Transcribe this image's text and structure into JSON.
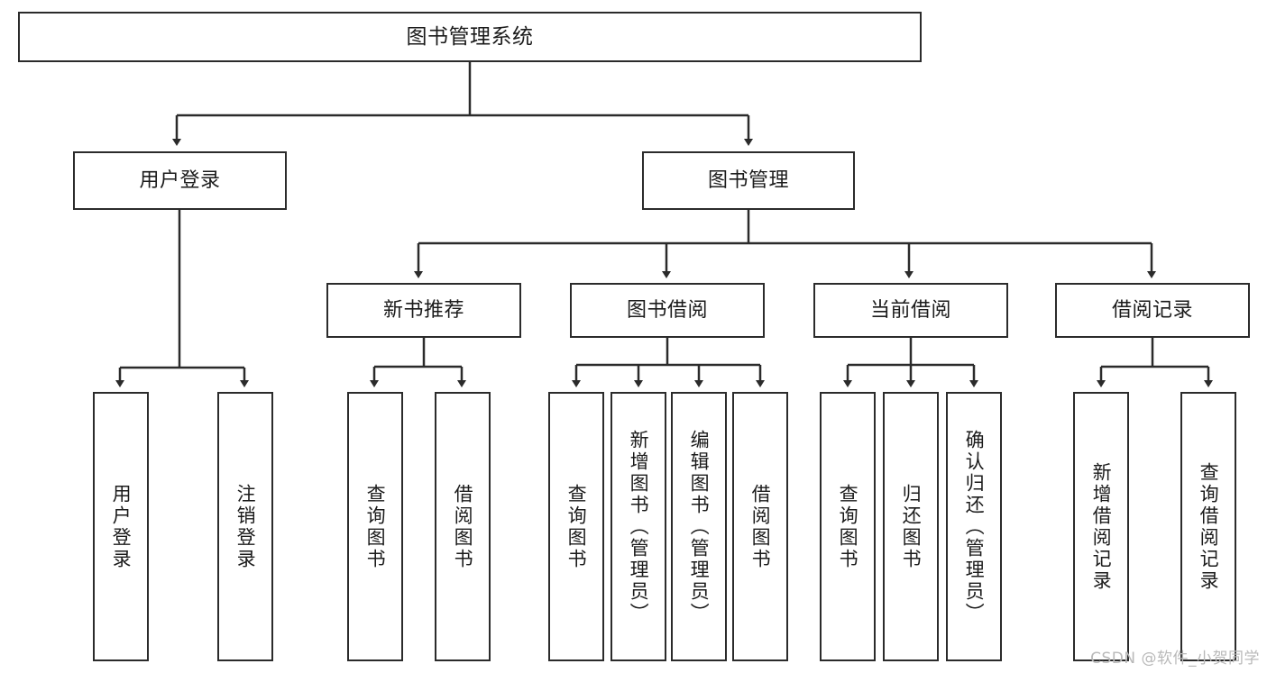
{
  "diagram": {
    "title": "图书管理系统",
    "type": "tree-hierarchy-diagram",
    "colors": {
      "box_border": "#2b2b2b",
      "box_fill": "#ffffff",
      "connector": "#2b2b2b",
      "background": "#ffffff",
      "watermark": "#b9b9b9"
    },
    "watermark": "CSDN @软件_小贺同学",
    "levels": {
      "root": {
        "label": "图书管理系统"
      },
      "level2": [
        {
          "label": "用户登录"
        },
        {
          "label": "图书管理"
        }
      ],
      "level3": [
        {
          "label": "新书推荐"
        },
        {
          "label": "图书借阅"
        },
        {
          "label": "当前借阅"
        },
        {
          "label": "借阅记录"
        }
      ],
      "leaves": [
        {
          "label": "用户登录",
          "parent": "用户登录"
        },
        {
          "label": "注销登录",
          "parent": "用户登录"
        },
        {
          "label": "查询图书",
          "parent": "新书推荐"
        },
        {
          "label": "借阅图书",
          "parent": "新书推荐"
        },
        {
          "label": "查询图书",
          "parent": "图书借阅"
        },
        {
          "label": "新增图书（管理员）",
          "parent": "图书借阅"
        },
        {
          "label": "编辑图书（管理员）",
          "parent": "图书借阅"
        },
        {
          "label": "借阅图书",
          "parent": "图书借阅"
        },
        {
          "label": "查询图书",
          "parent": "当前借阅"
        },
        {
          "label": "归还图书",
          "parent": "当前借阅"
        },
        {
          "label": "确认归还（管理员）",
          "parent": "当前借阅"
        },
        {
          "label": "新增借阅记录",
          "parent": "借阅记录"
        },
        {
          "label": "查询借阅记录",
          "parent": "借阅记录"
        }
      ]
    }
  }
}
